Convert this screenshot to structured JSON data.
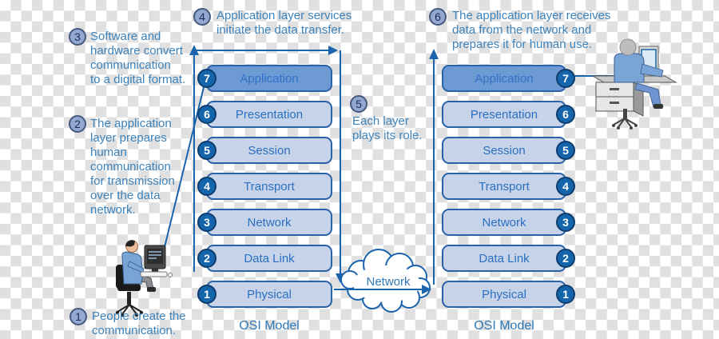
{
  "colors": {
    "line": "#1b64ad",
    "box_border": "#2a62a8",
    "box_fill_light": "#c7d3e9",
    "box_fill_dark": "#6e9ad4",
    "box_text": "#2b70c0",
    "note_text": "#3d83bb",
    "badge_dark_fill": "#1565ad",
    "badge_light_fill": "#93a7d0",
    "checker_gray": "#e0e0e0"
  },
  "notes": {
    "n1": {
      "num": "1",
      "lines": [
        "People create the",
        "communication."
      ]
    },
    "n2": {
      "num": "2",
      "lines": [
        "The application",
        "layer prepares",
        "human",
        "communication",
        "for transmission",
        "over the data",
        "network."
      ]
    },
    "n3": {
      "num": "3",
      "lines": [
        "Software and",
        "hardware convert",
        "communication",
        "to a digital format."
      ]
    },
    "n4": {
      "num": "4",
      "lines": [
        "Application layer services",
        "initiate the data transfer."
      ]
    },
    "n5": {
      "num": "5",
      "lines": [
        "Each layer",
        "plays its role."
      ]
    },
    "n6": {
      "num": "6",
      "lines": [
        "The application layer receives",
        "data from the network and",
        "prepares it for human use."
      ]
    }
  },
  "left_stack": {
    "caption": "OSI Model",
    "layers": [
      {
        "num": "7",
        "label": "Application"
      },
      {
        "num": "6",
        "label": "Presentation"
      },
      {
        "num": "5",
        "label": "Session"
      },
      {
        "num": "4",
        "label": "Transport"
      },
      {
        "num": "3",
        "label": "Network"
      },
      {
        "num": "2",
        "label": "Data Link"
      },
      {
        "num": "1",
        "label": "Physical"
      }
    ]
  },
  "right_stack": {
    "caption": "OSI Model",
    "layers": [
      {
        "num": "7",
        "label": "Application"
      },
      {
        "num": "6",
        "label": "Presentation"
      },
      {
        "num": "5",
        "label": "Session"
      },
      {
        "num": "4",
        "label": "Transport"
      },
      {
        "num": "3",
        "label": "Network"
      },
      {
        "num": "2",
        "label": "Data Link"
      },
      {
        "num": "1",
        "label": "Physical"
      }
    ]
  },
  "cloud": {
    "label": "Network"
  },
  "icons": {
    "left_figure": "person-at-computer-icon",
    "right_figure": "person-at-desk-icon",
    "cloud": "network-cloud-icon"
  }
}
